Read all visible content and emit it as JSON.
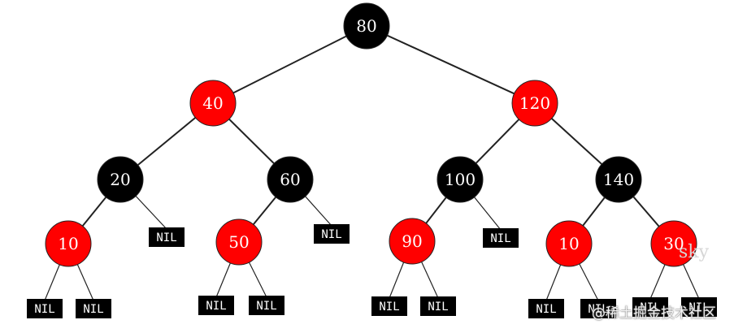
{
  "colors": {
    "red": "#ff0000",
    "black": "#000000",
    "nil": "#000000",
    "label": "#ffffff"
  },
  "tree": {
    "nodes": [
      {
        "id": "n80",
        "label": "80",
        "color": "black"
      },
      {
        "id": "n40",
        "label": "40",
        "color": "red"
      },
      {
        "id": "n120",
        "label": "120",
        "color": "red"
      },
      {
        "id": "n20",
        "label": "20",
        "color": "black"
      },
      {
        "id": "n60",
        "label": "60",
        "color": "black"
      },
      {
        "id": "n100",
        "label": "100",
        "color": "black"
      },
      {
        "id": "n140",
        "label": "140",
        "color": "black"
      },
      {
        "id": "n10a",
        "label": "10",
        "color": "red"
      },
      {
        "id": "n50",
        "label": "50",
        "color": "red"
      },
      {
        "id": "n90",
        "label": "90",
        "color": "red"
      },
      {
        "id": "n10b",
        "label": "10",
        "color": "red"
      },
      {
        "id": "n30",
        "label": "30",
        "color": "red"
      }
    ],
    "nil_label": "NIL"
  },
  "watermark": {
    "corner_text": "sky",
    "site_text": "@稀土掘金技术社区"
  }
}
